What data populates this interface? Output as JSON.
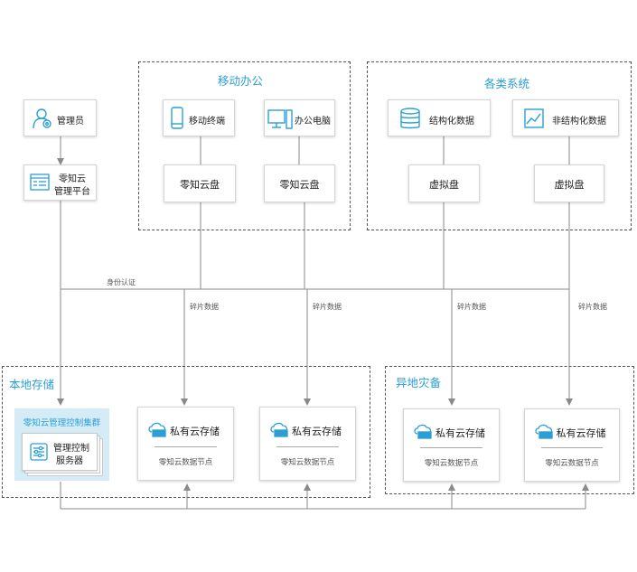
{
  "groups": {
    "mobile": "移动办公",
    "systems": "各类系统",
    "local": "本地存储",
    "remote": "异地灾备"
  },
  "nodes": {
    "admin": "管理员",
    "platform_line1": "零知云",
    "platform_line2": "管理平台",
    "mobile_terminal": "移动终端",
    "office_pc": "办公电脑",
    "structured": "结构化数据",
    "unstructured": "非结构化数据",
    "cloud_disk_1": "零知云盘",
    "cloud_disk_2": "零知云盘",
    "virtual_disk_1": "虚拟盘",
    "virtual_disk_2": "虚拟盘"
  },
  "edge_labels": {
    "auth": "身份认证",
    "frag1": "碎片数据",
    "frag2": "碎片数据",
    "frag3": "碎片数据",
    "frag4": "碎片数据"
  },
  "cluster": {
    "title": "零知云管理控制集群",
    "server_line1": "管理控制",
    "server_line2": "服务器"
  },
  "storage": [
    {
      "title": "私有云存储",
      "sub": "零知云数据节点"
    },
    {
      "title": "私有云存储",
      "sub": "零知云数据节点"
    },
    {
      "title": "私有云存储",
      "sub": "零知云数据节点"
    },
    {
      "title": "私有云存储",
      "sub": "零知云数据节点"
    }
  ],
  "colors": {
    "accent": "#2a9fd6",
    "line": "#8a8a8a",
    "cluster_bg": "#d5ecf6"
  }
}
